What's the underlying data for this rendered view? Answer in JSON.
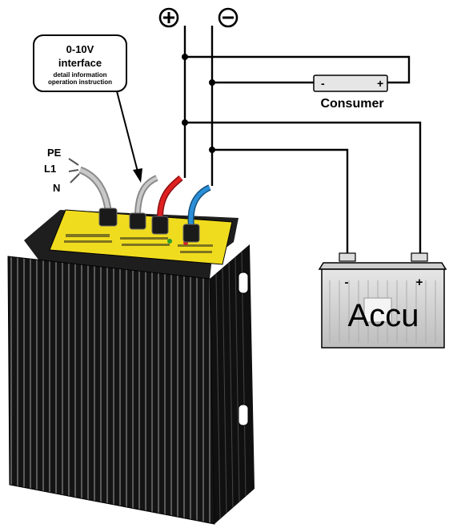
{
  "polarity": {
    "plus": "+",
    "minus": "−"
  },
  "callout": {
    "title": "0-10V",
    "subtitle": "interface",
    "line1": "detail information",
    "line2": "operation instruction"
  },
  "mains": {
    "pe": "PE",
    "l1": "L1",
    "n": "N"
  },
  "consumer": {
    "minus": "-",
    "plus": "+",
    "label": "Consumer"
  },
  "accu": {
    "minus": "-",
    "plus": "+",
    "label": "Accu"
  },
  "colors": {
    "red_cable": "#e02020",
    "blue_cable": "#2a8fd8",
    "grey_cable": "#b8b8b8",
    "panel_yellow": "#f0dc1e",
    "heatsink": "#1a1a1a"
  }
}
